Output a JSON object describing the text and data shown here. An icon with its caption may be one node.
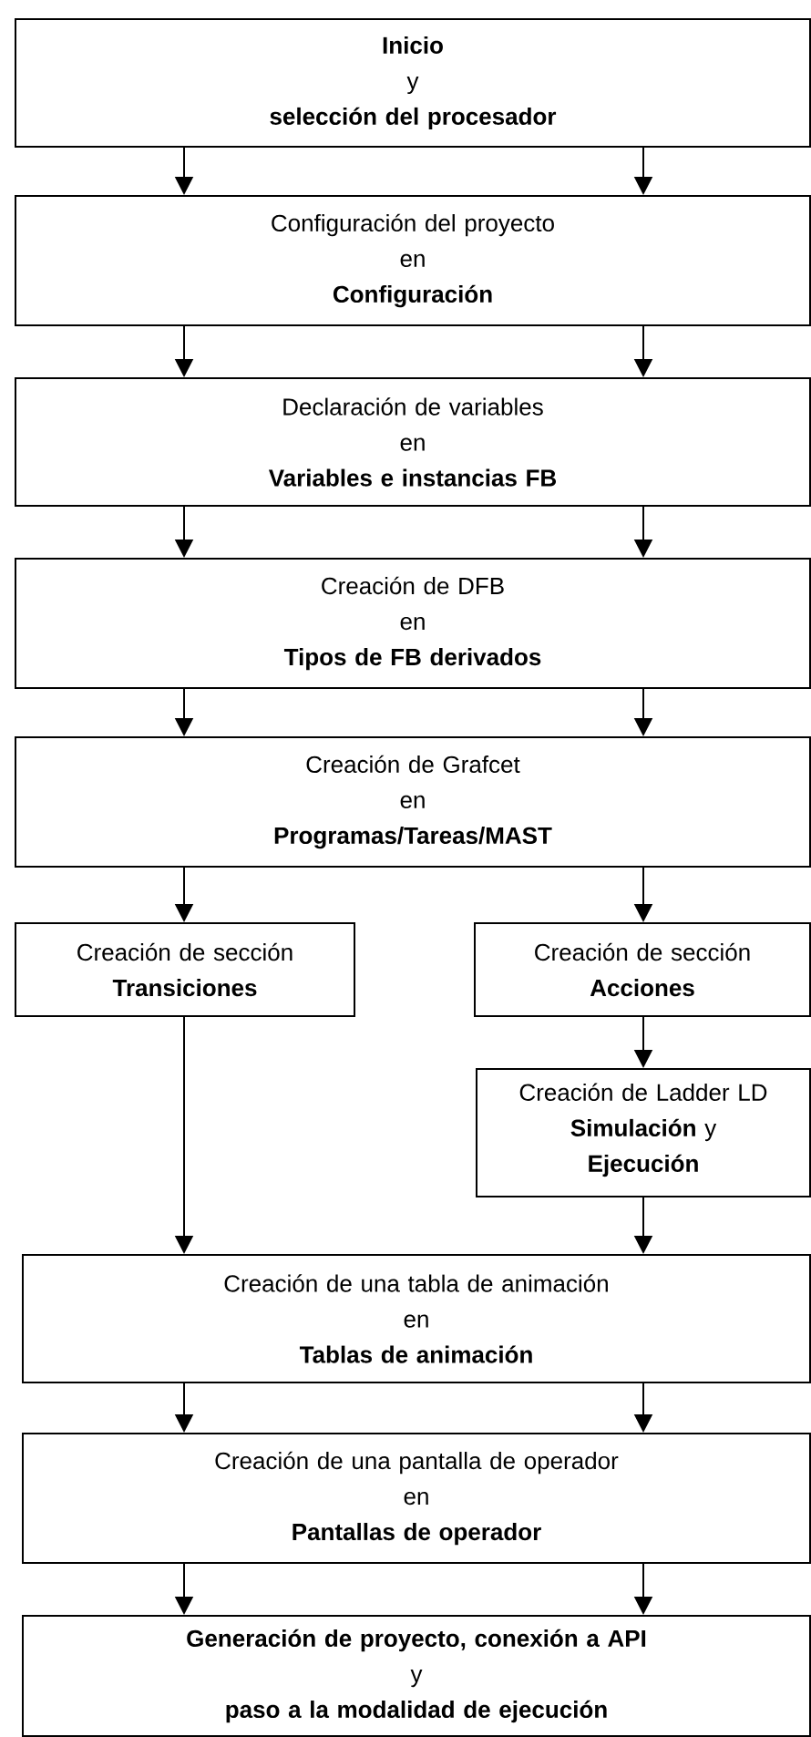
{
  "diagram": {
    "nodes": [
      {
        "text": [
          "Inicio",
          "y",
          "selección del procesador"
        ]
      },
      {
        "text": [
          "Configuración del proyecto",
          "en",
          "Configuración"
        ]
      },
      {
        "text": [
          "Declaración de variables",
          "en",
          "Variables e instancias FB"
        ]
      },
      {
        "text": [
          "Creación de DFB",
          "en",
          "Tipos de FB derivados"
        ]
      },
      {
        "text": [
          "Creación de Grafcet",
          "en",
          "Programas/Tareas/MAST"
        ]
      },
      {
        "text": [
          "Creación de sección",
          "Transiciones"
        ]
      },
      {
        "text": [
          "Creación de sección",
          "Acciones"
        ]
      },
      {
        "text": [
          "Creación de Ladder LD",
          "**Simulación** y **Ejecución**"
        ]
      },
      {
        "text": [
          "Creación de una tabla de animación",
          "en",
          "Tablas de animación"
        ]
      },
      {
        "text": [
          "Creación de una pantalla de operador",
          "en",
          "Pantallas de operador"
        ]
      },
      {
        "text": [
          "Generación de proyecto, conexión a API",
          "y",
          "paso a la modalidad de ejecución"
        ]
      }
    ],
    "edges": [
      {
        "from": 0,
        "to": 1,
        "arrow": "to"
      },
      {
        "from": 0,
        "to": 1,
        "arrow": "to"
      },
      {
        "from": 1,
        "to": 2,
        "arrow": "to"
      },
      {
        "from": 1,
        "to": 2,
        "arrow": "to"
      },
      {
        "from": 2,
        "to": 3,
        "arrow": "to"
      },
      {
        "from": 2,
        "to": 3,
        "arrow": "to"
      },
      {
        "from": 3,
        "to": 4,
        "arrow": "to"
      },
      {
        "from": 3,
        "to": 4,
        "arrow": "to"
      },
      {
        "from": 4,
        "to": 5,
        "arrow": "to"
      },
      {
        "from": 4,
        "to": 6,
        "arrow": "to"
      },
      {
        "from": 6,
        "to": 7,
        "arrow": "to"
      },
      {
        "from": 5,
        "to": 8,
        "arrow": "to"
      },
      {
        "from": 7,
        "to": 8,
        "arrow": "to"
      },
      {
        "from": 8,
        "to": 9,
        "arrow": "to"
      },
      {
        "from": 8,
        "to": 9,
        "arrow": "to"
      },
      {
        "from": 9,
        "to": 10,
        "arrow": "to"
      },
      {
        "from": 9,
        "to": 10,
        "arrow": "to"
      }
    ]
  }
}
